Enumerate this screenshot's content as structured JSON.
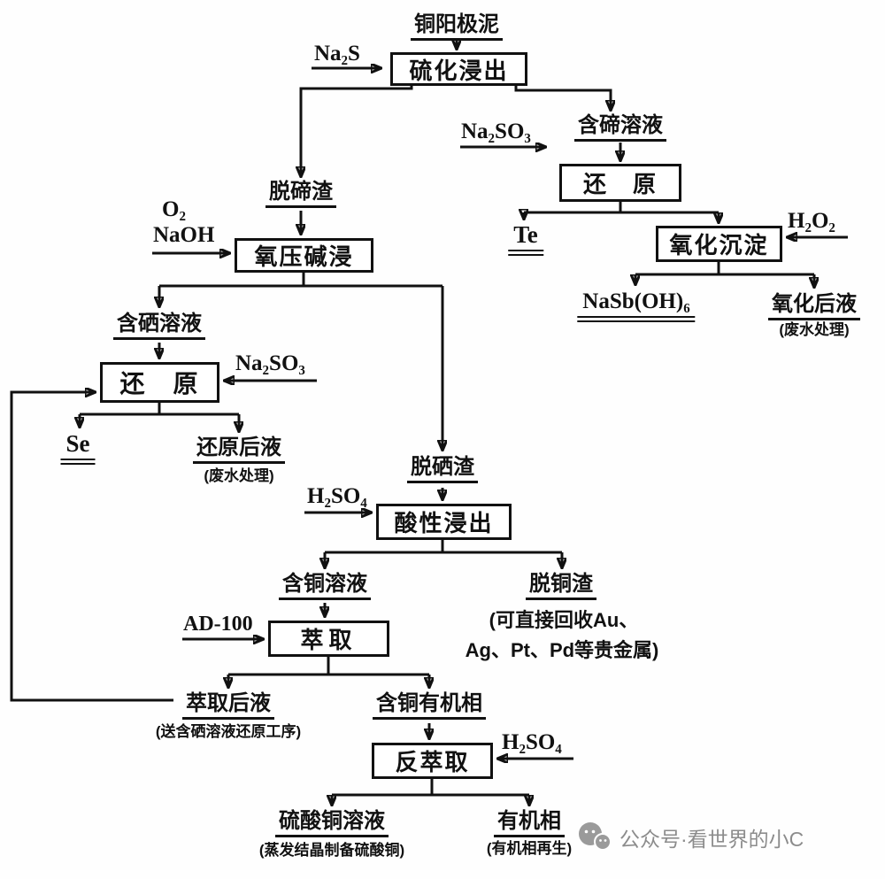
{
  "colors": {
    "ink": "#111111",
    "watermark": "#8c8c8c"
  },
  "diagram": {
    "top": {
      "source": "铜阳极泥",
      "na2s": "Na₂S",
      "sulfide_leaching": "硫化浸出"
    },
    "tellurium_branch": {
      "te_solution": "含碲溶液",
      "na2so3": "Na₂SO₃",
      "reduction": "还　原",
      "te": "Te",
      "oxidation_precipitation": "氧化沉淀",
      "h2o2": "H₂O₂",
      "sodium_antimonate": "NaSb(OH)₆",
      "oxidized_liquid": "氧化后液",
      "oxidized_liquid_note": "(废水处理)"
    },
    "selenium_branch": {
      "de_te_residue": "脱碲渣",
      "o2": "O₂",
      "naoh": "NaOH",
      "oxygen_alkaline_leaching": "氧压碱浸",
      "se_solution": "含硒溶液",
      "na2so3": "Na₂SO₃",
      "reduction": "还　原",
      "se": "Se",
      "reduced_liquid": "还原后液",
      "reduced_liquid_note": "(废水处理)"
    },
    "copper_branch": {
      "de_se_residue": "脱硒渣",
      "h2so4": "H₂SO₄",
      "acid_leaching": "酸性浸出",
      "cu_solution": "含铜溶液",
      "de_cu_residue": "脱铜渣",
      "de_cu_note_line1": "(可直接回收Au、",
      "de_cu_note_line2": "Ag、Pt、Pd等贵金属)",
      "ad100": "AD-100",
      "extraction": "萃取",
      "raffinate": "萃取后液",
      "raffinate_note": "(送含硒溶液还原工序)",
      "cu_organic_phase": "含铜有机相",
      "back_extraction": "反萃取",
      "h2so4_strip": "H₂SO₄",
      "cuso4_solution": "硫酸铜溶液",
      "cuso4_note": "(蒸发结晶制备硫酸铜)",
      "organic_phase": "有机相",
      "organic_phase_note": "(有机相再生)"
    },
    "watermark": "公众号·看世界的小C"
  }
}
